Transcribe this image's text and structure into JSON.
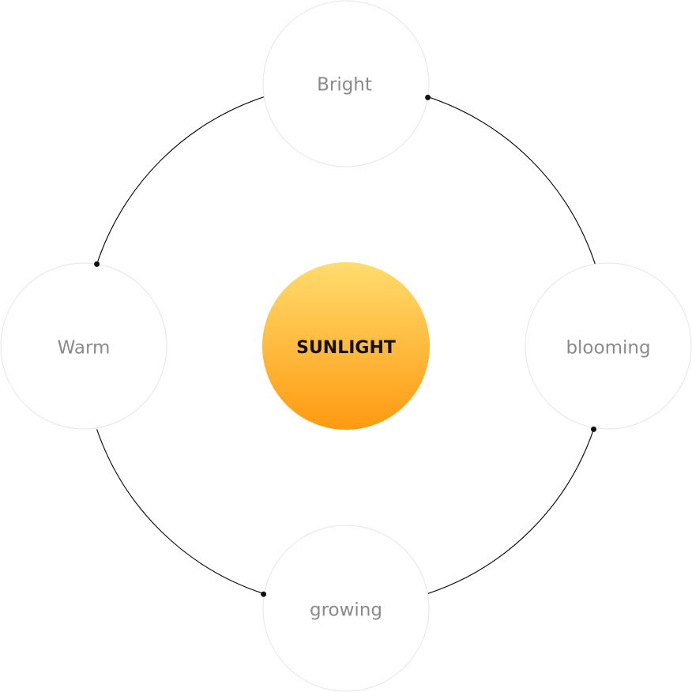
{
  "center": {
    "label": "SUNLIGHT"
  },
  "nodes": {
    "top": {
      "label": "Bright"
    },
    "right": {
      "label": "blooming"
    },
    "bottom": {
      "label": "growing"
    },
    "left": {
      "label": "Warm"
    }
  },
  "colors": {
    "center_gradient_top": "#ffdc6e",
    "center_gradient_bottom": "#ff9a10",
    "node_border": "#e6e6e6",
    "connector": "#111111",
    "node_text": "#8a8a8a",
    "center_text": "#111111"
  }
}
